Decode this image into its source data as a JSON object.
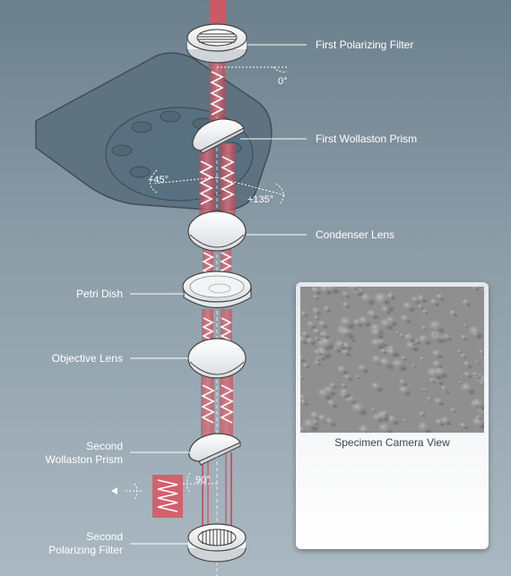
{
  "labels": {
    "first_polarizing_filter": "First Polarizing Filter",
    "first_wollaston_prism": "First Wollaston Prism",
    "condenser_lens": "Condenser Lens",
    "petri_dish": "Petri Dish",
    "objective_lens": "Objective Lens",
    "second_wollaston_prism_line1": "Second",
    "second_wollaston_prism_line2": "Wollaston Prism",
    "second_polarizing_filter_line1": "Second",
    "second_polarizing_filter_line2": "Polarizing Filter"
  },
  "angles": {
    "first_filter": "0°",
    "plus_45": "+45°",
    "plus_135": "+135°",
    "second_prism": "90°"
  },
  "camera_view": {
    "caption": "Specimen Camera View"
  },
  "colors": {
    "light_beam": "#d9545f",
    "beam_dark": "#b13241",
    "background_top": "#6b7f8c",
    "stage": "#5e7280",
    "component_fill": "#ffffff"
  }
}
